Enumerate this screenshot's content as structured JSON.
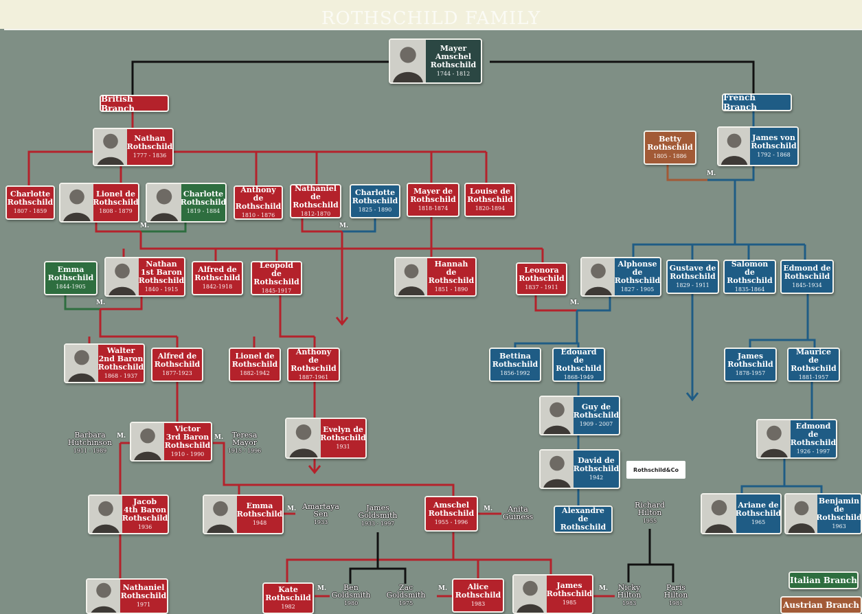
{
  "title": "ROTHSCHILD FAMILY",
  "marriage_label": "M.",
  "logo_text": "Rothschild&Co",
  "branches": {
    "british": "British Branch",
    "french": "French Branch",
    "italian": "Italian Branch",
    "austrian": "Austrian Branch"
  },
  "colors": {
    "panel": "#7f8f85",
    "red_line": "#b4222b",
    "green_line": "#2e6e3f",
    "blue_line": "#1f5c85",
    "brown_line": "#a25a36",
    "black_line": "#111111"
  },
  "people": {
    "mayer_amschel": {
      "name": "Mayer\nAmschel\nRothschild",
      "years": "1744 - 1812"
    },
    "nathan": {
      "name": "Nathan\nRothschild",
      "years": "1777 - 1836"
    },
    "charlotte1": {
      "name": "Charlotte\nRothschild",
      "years": "1807 - 1859"
    },
    "lionel": {
      "name": "Lionel de\nRothschild",
      "years": "1808 - 1879"
    },
    "charlotte2": {
      "name": "Charlotte\nRothschild",
      "years": "1819 - 1884"
    },
    "anthony": {
      "name": "Anthony de\nRothschild",
      "years": "1810 - 1876"
    },
    "nathaniel": {
      "name": "Nathaniel de\nRothschild",
      "years": "1812-1870"
    },
    "charlotte3": {
      "name": "Charlotte\nRothschild",
      "years": "1825 - 1890"
    },
    "mayer_de": {
      "name": "Mayer de\nRothschild",
      "years": "1818-1874"
    },
    "louise": {
      "name": "Louise de\nRothschild",
      "years": "1820-1894"
    },
    "betty": {
      "name": "Betty\nRothschild",
      "years": "1805 - 1886"
    },
    "james_von": {
      "name": "James von\nRothschild",
      "years": "1792 - 1868"
    },
    "emma1": {
      "name": "Emma\nRothschild",
      "years": "1844-1905"
    },
    "nathan_baron": {
      "name": "Nathan\n1st Baron\nRothschild",
      "years": "1840 - 1915"
    },
    "alfred1": {
      "name": "Alfred de\nRothschild",
      "years": "1842-1918"
    },
    "leopold": {
      "name": "Leopold de\nRothschild",
      "years": "1845-1917"
    },
    "hannah": {
      "name": "Hannah de\nRothschild",
      "years": "1851 - 1890"
    },
    "leonora": {
      "name": "Leonora\nRothschild",
      "years": "1837 - 1911"
    },
    "alphonse": {
      "name": "Alphonse de\nRothschild",
      "years": "1827 - 1905"
    },
    "gustave": {
      "name": "Gustave de\nRothschild",
      "years": "1829 - 1911"
    },
    "salomon": {
      "name": "Salomon de\nRothschild",
      "years": "1835-1864"
    },
    "edmond1": {
      "name": "Edmond de\nRothschild",
      "years": "1845-1934"
    },
    "walter": {
      "name": "Walter\n2nd Baron\nRothschild",
      "years": "1868 - 1937"
    },
    "alfred2": {
      "name": "Alfred de\nRothschild",
      "years": "1877-1923"
    },
    "lionel2": {
      "name": "Lionel de\nRothschild",
      "years": "1882-1942"
    },
    "anthony2": {
      "name": "Anthony de\nRothschild",
      "years": "1887-1961"
    },
    "bettina": {
      "name": "Bettina\nRothschild",
      "years": "1856-1992"
    },
    "edouard": {
      "name": "Edouard de\nRothschild",
      "years": "1868-1949"
    },
    "james2": {
      "name": "James\nRothschild",
      "years": "1878-1957"
    },
    "maurice": {
      "name": "Maurice de\nRothschild",
      "years": "1881-1957"
    },
    "victor": {
      "name": "Victor\n3rd Baron\nRothschild",
      "years": "1910 - 1990"
    },
    "evelyn": {
      "name": "Evelyn de\nRothschild",
      "years": "1931"
    },
    "guy": {
      "name": "Guy de\nRothschild",
      "years": "1909 - 2007"
    },
    "edmond2": {
      "name": "Edmond de\nRothschild",
      "years": "1926 - 1997"
    },
    "david": {
      "name": "David de\nRothschild",
      "years": "1942"
    },
    "jacob": {
      "name": "Jacob\n4th Baron\nRothschild",
      "years": "1936"
    },
    "emma2": {
      "name": "Emma\nRothschild",
      "years": "1948"
    },
    "amschel": {
      "name": "Amschel\nRothschild",
      "years": "1955 - 1996"
    },
    "alexandre": {
      "name": "Alexandre de\nRothschild",
      "years": ""
    },
    "ariane": {
      "name": "Ariane de\nRothschild",
      "years": "1965"
    },
    "benjamin": {
      "name": "Benjamin de\nRothschild",
      "years": "1963"
    },
    "nathaniel2": {
      "name": "Nathaniel\nRothschild",
      "years": "1971"
    },
    "kate": {
      "name": "Kate\nRothschild",
      "years": "1982"
    },
    "alice": {
      "name": "Alice\nRothschild",
      "years": "1983"
    },
    "james3": {
      "name": "James\nRothschild",
      "years": "1985"
    }
  },
  "spouses": {
    "barbara": {
      "name": "Barbara\nHutchinson",
      "years": "1911 - 1989"
    },
    "teresa": {
      "name": "Teresa\nMayor",
      "years": "1915 - 1996"
    },
    "amartya": {
      "name": "Amartaya\nSen",
      "years": "1933"
    },
    "james_goldsmith": {
      "name": "James\nGoldsmith",
      "years": "1933 - 1997"
    },
    "anita": {
      "name": "Anita\nGuiness",
      "years": ""
    },
    "richard": {
      "name": "Richard\nHilton",
      "years": "1955"
    },
    "ben": {
      "name": "Ben\nGoldsmith",
      "years": "1980"
    },
    "zac": {
      "name": "Zac\nGoldsmith",
      "years": "1975"
    },
    "nicky": {
      "name": "Nicky\nHilton",
      "years": "1983"
    },
    "paris": {
      "name": "Paris\nHilton",
      "years": "1981"
    }
  }
}
